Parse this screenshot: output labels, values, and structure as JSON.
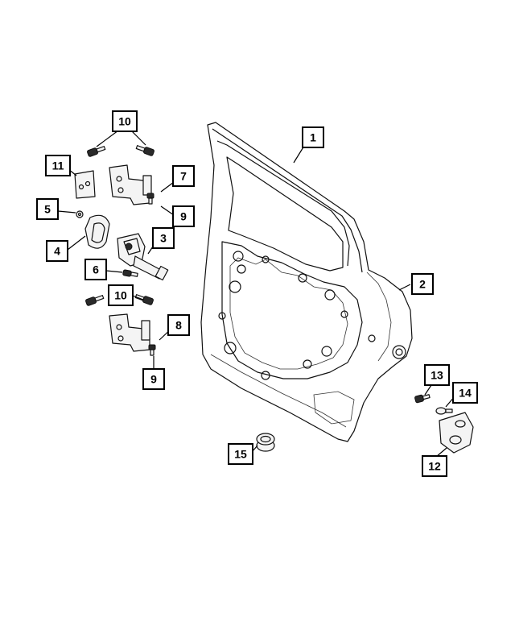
{
  "diagram": {
    "callouts": [
      {
        "id": "c1",
        "label": "1"
      },
      {
        "id": "c2",
        "label": "2"
      },
      {
        "id": "c3",
        "label": "3"
      },
      {
        "id": "c4",
        "label": "4"
      },
      {
        "id": "c5",
        "label": "5"
      },
      {
        "id": "c6",
        "label": "6"
      },
      {
        "id": "c7",
        "label": "7"
      },
      {
        "id": "c8",
        "label": "8"
      },
      {
        "id": "c9a",
        "label": "9"
      },
      {
        "id": "c9b",
        "label": "9"
      },
      {
        "id": "c10a",
        "label": "10"
      },
      {
        "id": "c10b",
        "label": "10"
      },
      {
        "id": "c11",
        "label": "11"
      },
      {
        "id": "c12",
        "label": "12"
      },
      {
        "id": "c13",
        "label": "13"
      },
      {
        "id": "c14",
        "label": "14"
      },
      {
        "id": "c15",
        "label": "15"
      }
    ]
  }
}
